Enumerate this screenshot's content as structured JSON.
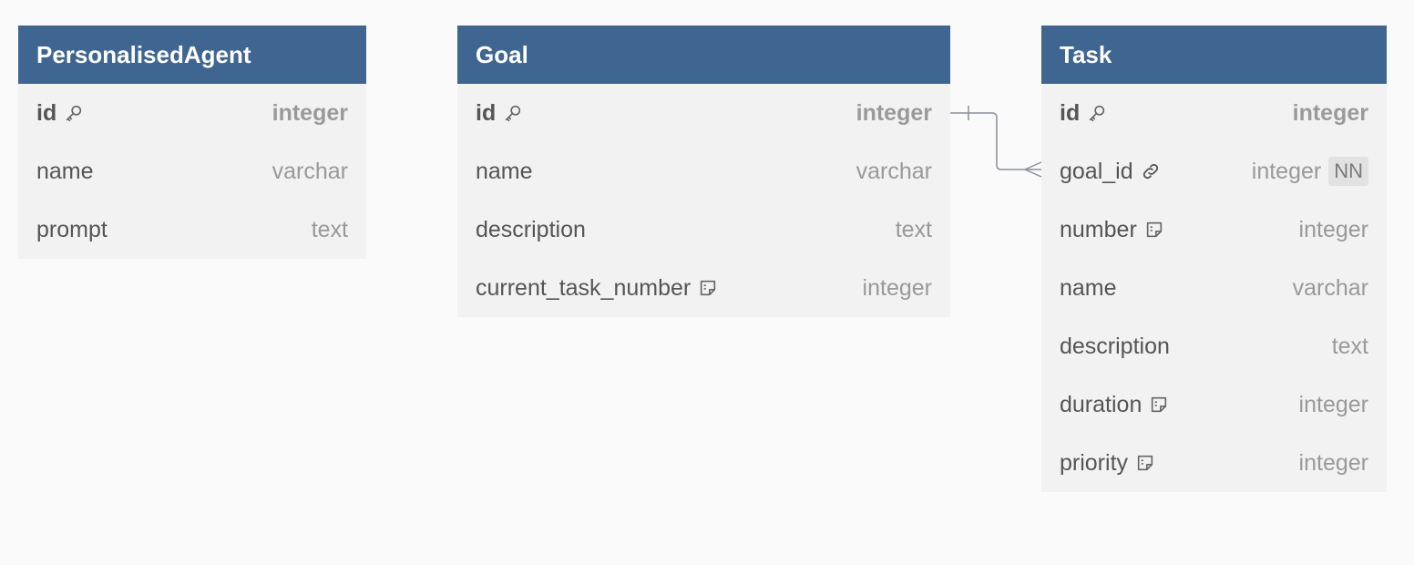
{
  "tables": [
    {
      "name": "PersonalisedAgent",
      "columns": [
        {
          "name": "id",
          "type": "integer",
          "pk": true
        },
        {
          "name": "name",
          "type": "varchar"
        },
        {
          "name": "prompt",
          "type": "text"
        }
      ]
    },
    {
      "name": "Goal",
      "columns": [
        {
          "name": "id",
          "type": "integer",
          "pk": true
        },
        {
          "name": "name",
          "type": "varchar"
        },
        {
          "name": "description",
          "type": "text"
        },
        {
          "name": "current_task_number",
          "type": "integer",
          "note": true
        }
      ]
    },
    {
      "name": "Task",
      "columns": [
        {
          "name": "id",
          "type": "integer",
          "pk": true
        },
        {
          "name": "goal_id",
          "type": "integer",
          "fk": true,
          "badge": "NN"
        },
        {
          "name": "number",
          "type": "integer",
          "note": true
        },
        {
          "name": "name",
          "type": "varchar"
        },
        {
          "name": "description",
          "type": "text"
        },
        {
          "name": "duration",
          "type": "integer",
          "note": true
        },
        {
          "name": "priority",
          "type": "integer",
          "note": true
        }
      ]
    }
  ],
  "relationships": [
    {
      "from": "Goal.id",
      "to": "Task.goal_id",
      "from_cardinality": "one",
      "to_cardinality": "many"
    }
  ],
  "colors": {
    "header_bg": "#3f6690",
    "body_bg": "#f2f2f2",
    "canvas_bg": "#fafafa",
    "connector": "#8a8f96"
  }
}
